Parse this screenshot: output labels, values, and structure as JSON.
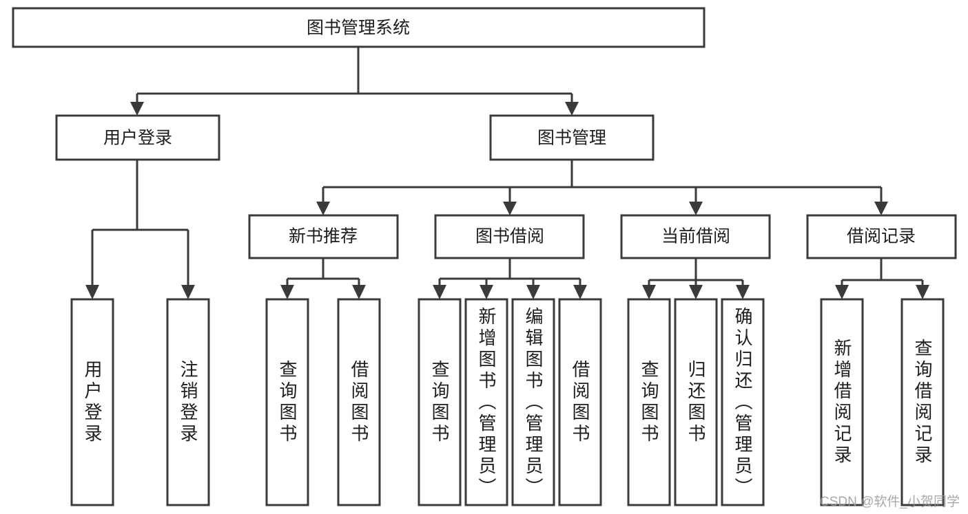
{
  "diagram": {
    "type": "tree-hierarchy",
    "title": "图书管理系统",
    "root": {
      "id": "root",
      "label": "图书管理系统"
    },
    "level2": [
      {
        "id": "user-login",
        "label": "用户登录"
      },
      {
        "id": "book-manage",
        "label": "图书管理"
      }
    ],
    "level3": [
      {
        "id": "new-book-rec",
        "label": "新书推荐",
        "parent": "book-manage"
      },
      {
        "id": "book-borrow",
        "label": "图书借阅",
        "parent": "book-manage"
      },
      {
        "id": "current-borrow",
        "label": "当前借阅",
        "parent": "book-manage"
      },
      {
        "id": "borrow-record",
        "label": "借阅记录",
        "parent": "book-manage"
      }
    ],
    "leaves": [
      {
        "id": "leaf-user-login",
        "label": "用户登录",
        "parent": "user-login"
      },
      {
        "id": "leaf-user-logout",
        "label": "注销登录",
        "parent": "user-login"
      },
      {
        "id": "leaf-query-book-1",
        "label": "查询图书",
        "parent": "new-book-rec"
      },
      {
        "id": "leaf-borrow-book-1",
        "label": "借阅图书",
        "parent": "new-book-rec"
      },
      {
        "id": "leaf-query-book-2",
        "label": "查询图书",
        "parent": "book-borrow"
      },
      {
        "id": "leaf-add-book",
        "label": "新增图书（管理员）",
        "parent": "book-borrow"
      },
      {
        "id": "leaf-edit-book",
        "label": "编辑图书（管理员）",
        "parent": "book-borrow"
      },
      {
        "id": "leaf-borrow-book-2",
        "label": "借阅图书",
        "parent": "book-borrow"
      },
      {
        "id": "leaf-query-book-3",
        "label": "查询图书",
        "parent": "current-borrow"
      },
      {
        "id": "leaf-return-book",
        "label": "归还图书",
        "parent": "current-borrow"
      },
      {
        "id": "leaf-confirm-return",
        "label": "确认归还（管理员）",
        "parent": "current-borrow"
      },
      {
        "id": "leaf-add-record",
        "label": "新增借阅记录",
        "parent": "borrow-record"
      },
      {
        "id": "leaf-query-record",
        "label": "查询借阅记录",
        "parent": "borrow-record"
      }
    ],
    "colors": {
      "stroke": "#3a3a3a",
      "fill": "#ffffff",
      "text": "#1d1d1d",
      "watermark": "#9a9a9a"
    }
  },
  "watermark": {
    "text": "CSDN @软件_小贺同学"
  }
}
